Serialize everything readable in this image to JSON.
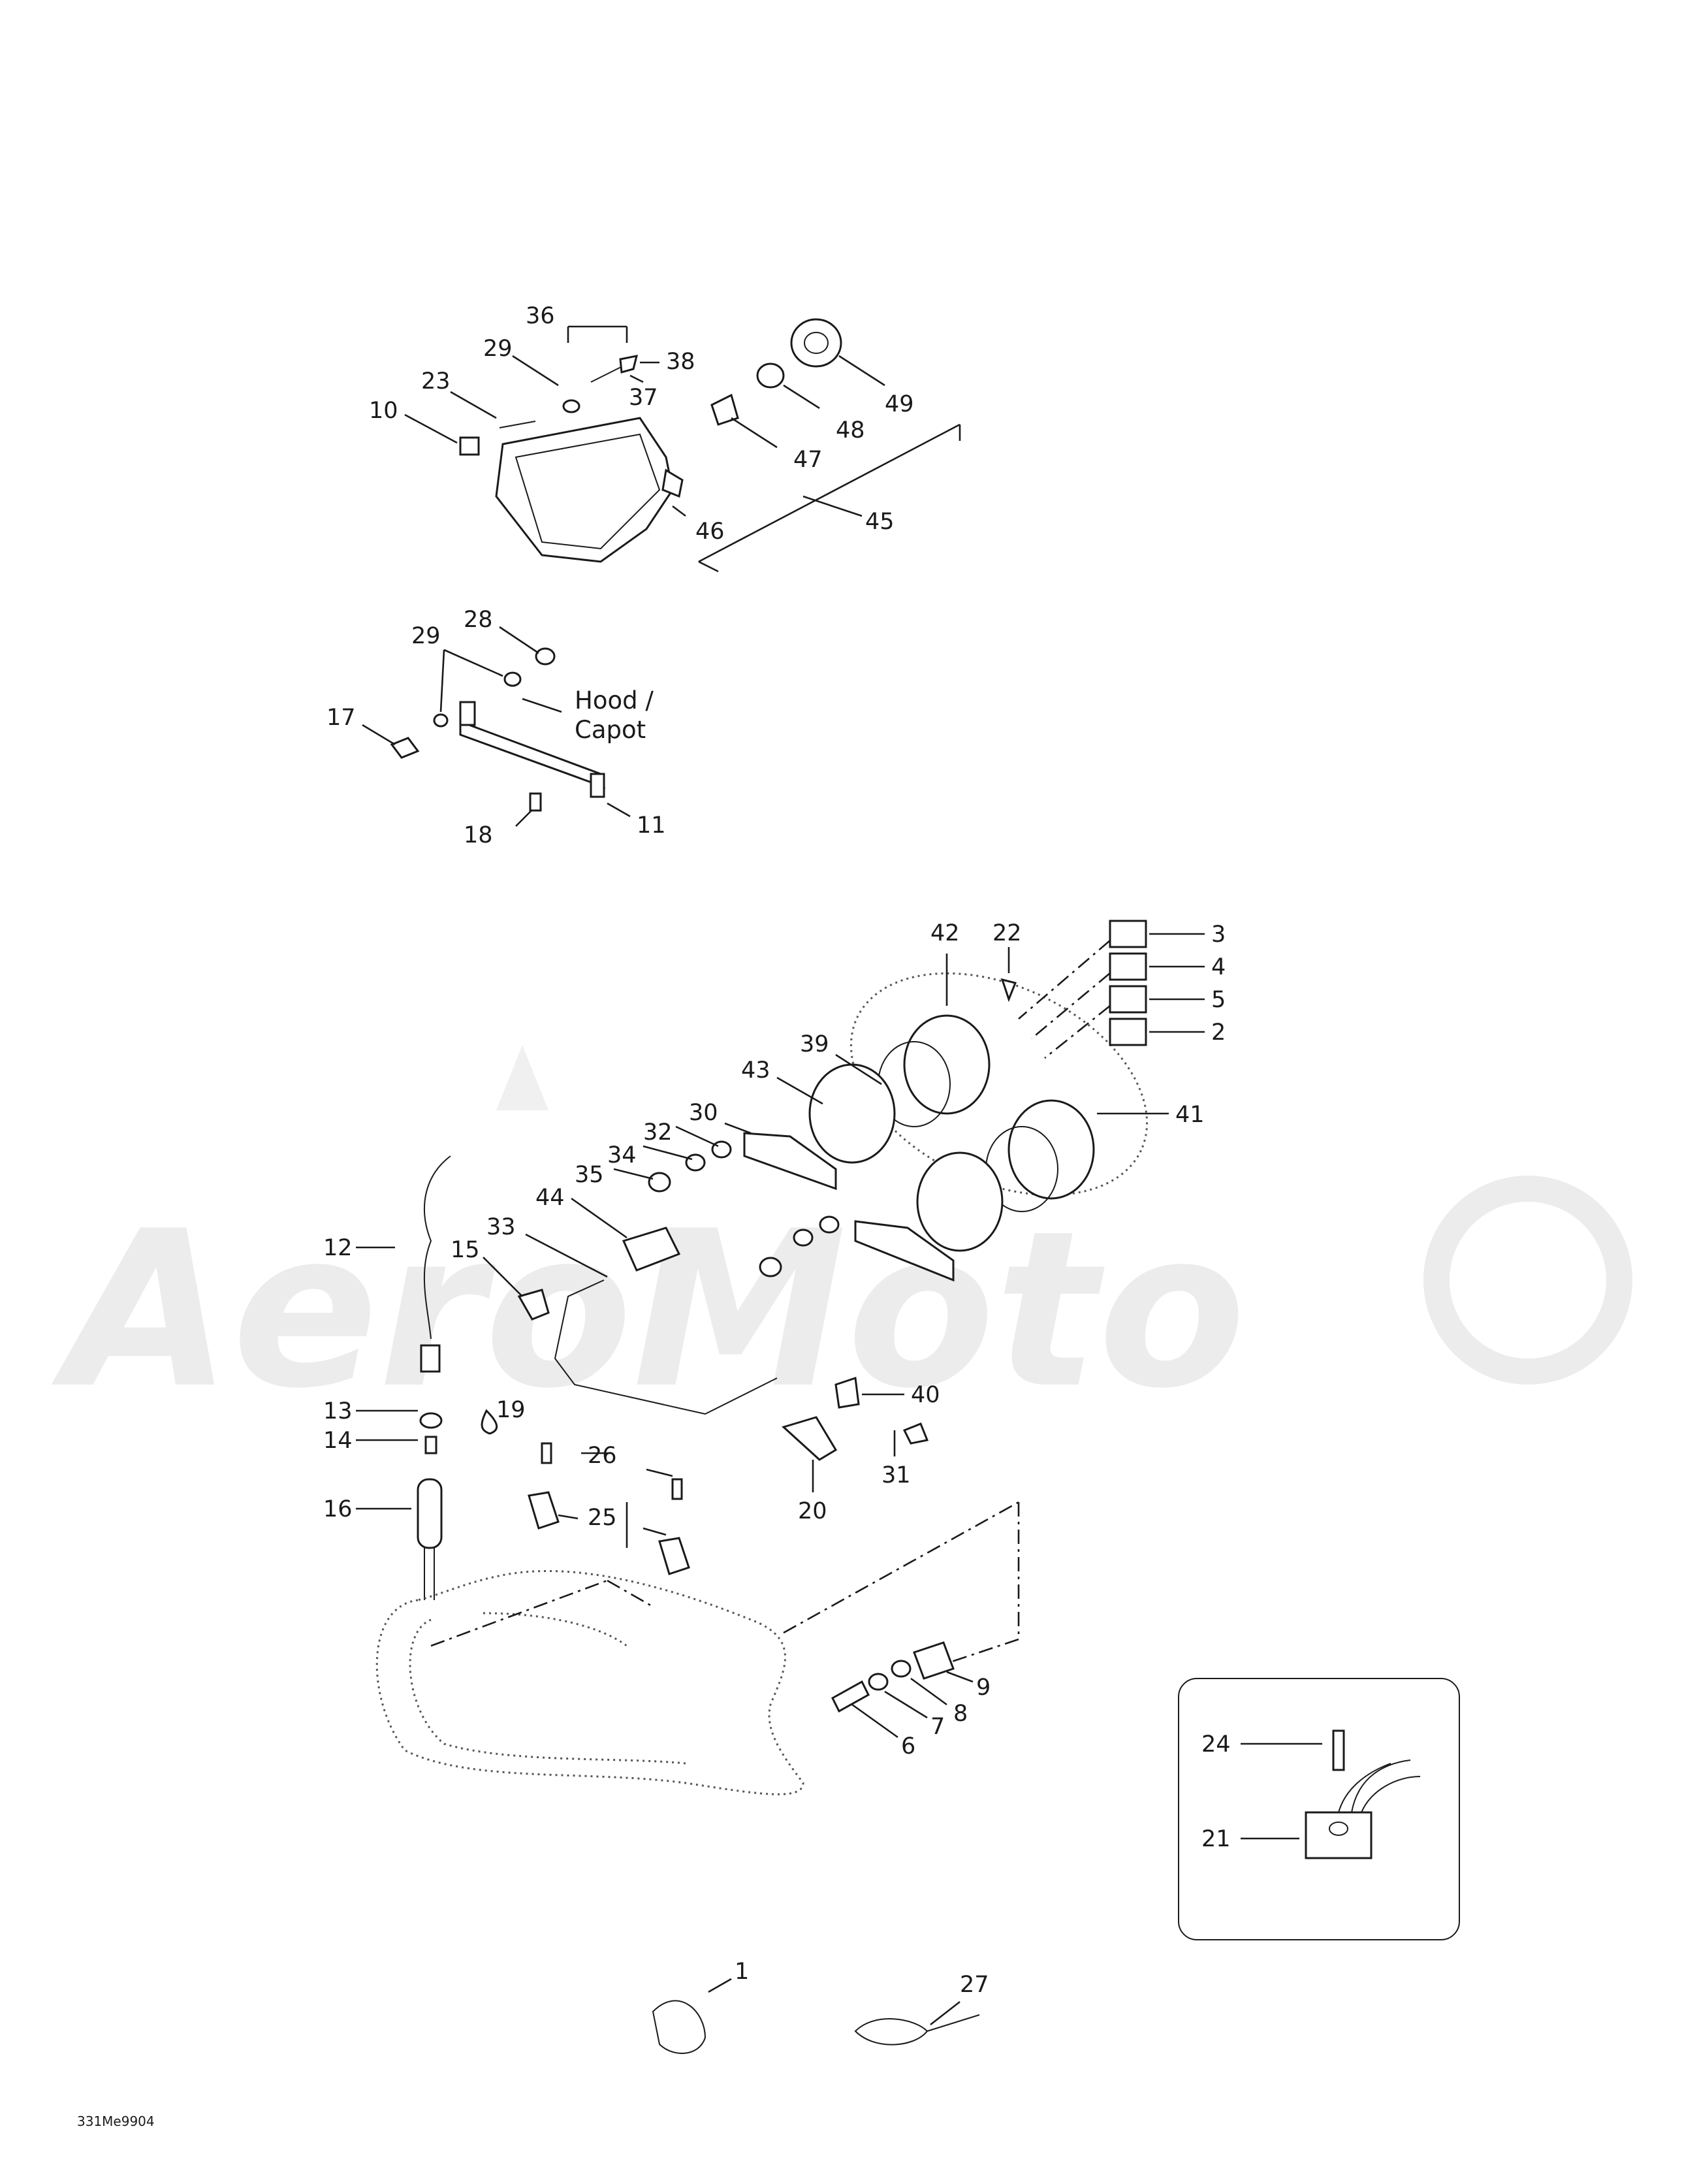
{
  "diagram": {
    "callouts": [
      "1",
      "2",
      "3",
      "4",
      "5",
      "6",
      "7",
      "8",
      "9",
      "10",
      "11",
      "12",
      "13",
      "14",
      "15",
      "16",
      "17",
      "18",
      "19",
      "20",
      "21",
      "22",
      "23",
      "24",
      "25",
      "26",
      "27",
      "28",
      "29",
      "30",
      "31",
      "32",
      "33",
      "34",
      "35",
      "36",
      "37",
      "38",
      "39",
      "40",
      "41",
      "42",
      "43",
      "44",
      "45",
      "46",
      "47",
      "48",
      "49"
    ],
    "hood_label_line1": "Hood /",
    "hood_label_line2": "Capot",
    "drawing_code": "331Me9904",
    "watermark_text": "AeroMoto"
  }
}
